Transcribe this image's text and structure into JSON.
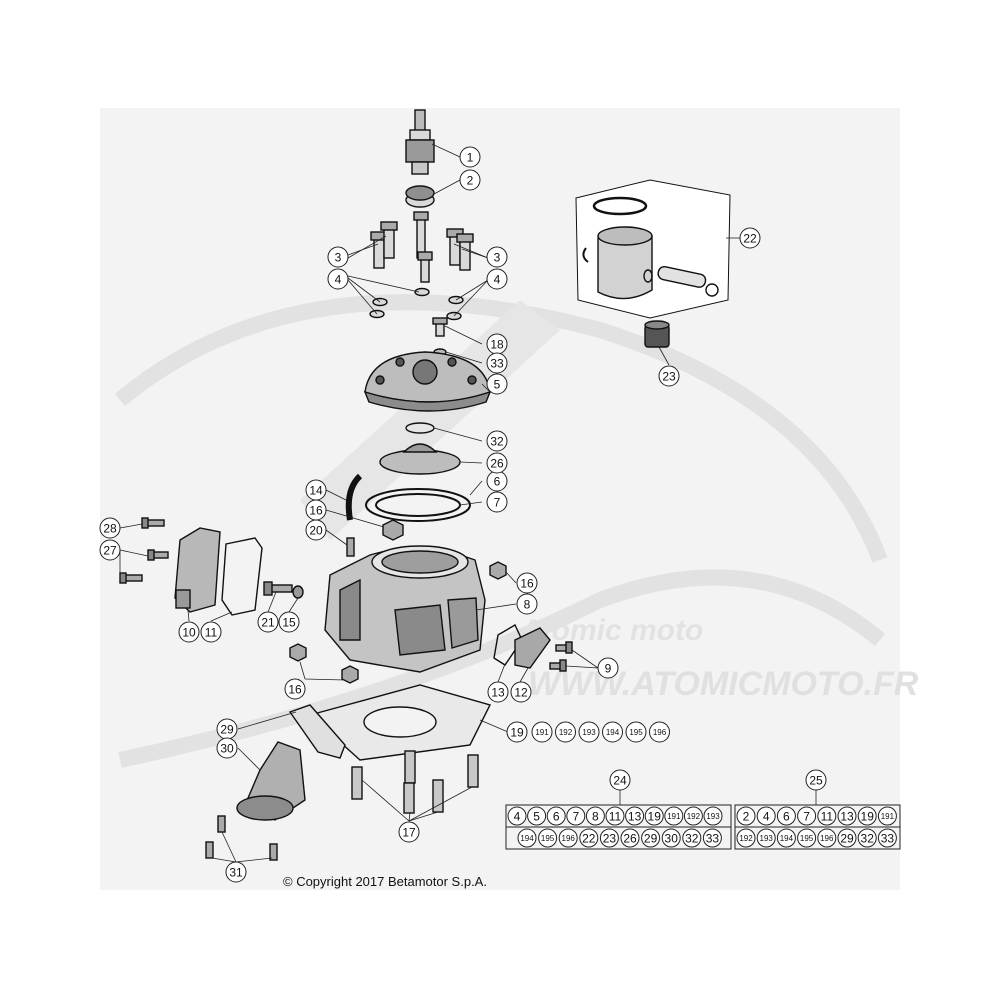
{
  "copyright": "© Copyright 2017 Betamotor S.p.A.",
  "watermark": {
    "domain_text": "WWW.ATOMICMOTO.FR",
    "brand_text": "Atomic moto"
  },
  "callouts": [
    "1",
    "2",
    "3",
    "3",
    "4",
    "4",
    "5",
    "6",
    "7",
    "8",
    "9",
    "10",
    "11",
    "12",
    "13",
    "14",
    "15",
    "16",
    "16",
    "16",
    "17",
    "18",
    "19",
    "20",
    "21",
    "22",
    "23",
    "26",
    "27",
    "28",
    "29",
    "30",
    "31",
    "32",
    "33"
  ],
  "series_19": [
    "191",
    "192",
    "193",
    "194",
    "195",
    "196"
  ],
  "kit_24": {
    "label": "24",
    "row1": [
      "4",
      "5",
      "6",
      "7",
      "8",
      "11",
      "13",
      "19",
      "191",
      "192",
      "193"
    ],
    "row2": [
      "194",
      "195",
      "196",
      "22",
      "23",
      "26",
      "29",
      "30",
      "32",
      "33"
    ]
  },
  "kit_25": {
    "label": "25",
    "row1": [
      "2",
      "4",
      "6",
      "7",
      "11",
      "13",
      "19",
      "191"
    ],
    "row2": [
      "192",
      "193",
      "194",
      "195",
      "196",
      "29",
      "32",
      "33"
    ]
  },
  "colors": {
    "line": "#111111",
    "part_fill": "#d9d9d9",
    "background": "#f3f3f3",
    "watermark": "#e0e0e0"
  }
}
